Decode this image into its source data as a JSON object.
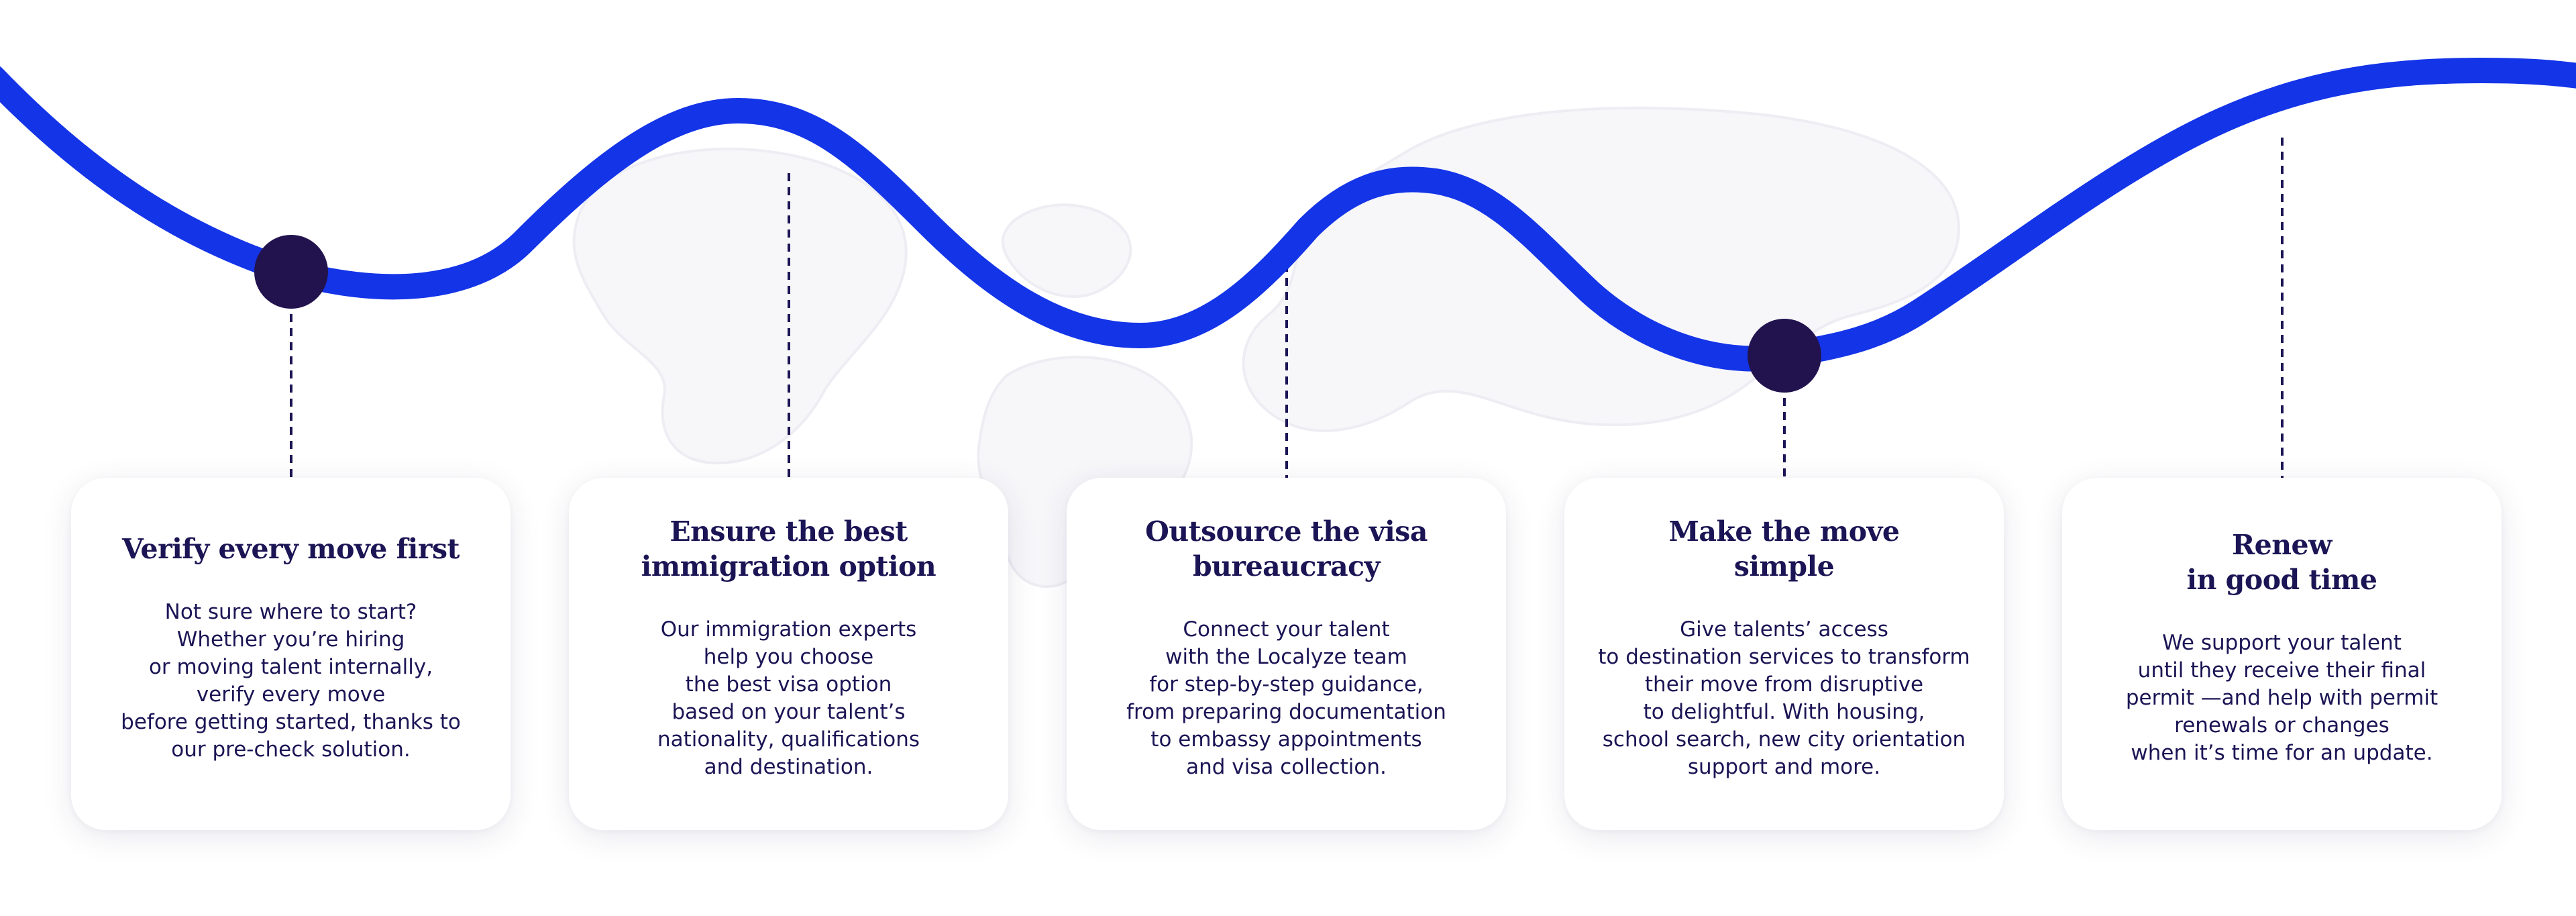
{
  "colors": {
    "wave": "#1434e8",
    "navy": "#1b1555",
    "dot": "#22134f",
    "map": "#f6f6fa"
  },
  "steps": [
    {
      "title_lines": [
        "Verify every move first"
      ],
      "body_lines": [
        "Not sure where to start?",
        "Whether you’re hiring",
        "or moving talent internally,",
        "verify every move",
        "before getting started, thanks to",
        "our pre-check solution."
      ]
    },
    {
      "title_lines": [
        "Ensure the best",
        "immigration option"
      ],
      "body_lines": [
        "Our immigration experts",
        "help you choose",
        "the best visa option",
        "based on your talent’s",
        "nationality, qualifications",
        "and destination."
      ]
    },
    {
      "title_lines": [
        "Outsource the visa",
        "bureaucracy"
      ],
      "body_lines": [
        "Connect your talent",
        "with the Localyze team",
        "for step-by-step guidance,",
        "from preparing documentation",
        "to embassy appointments",
        "and visa collection."
      ]
    },
    {
      "title_lines": [
        "Make the move",
        "simple"
      ],
      "body_lines": [
        "Give talents’ access",
        "to destination services to transform",
        "their move from disruptive",
        "to delightful. With housing,",
        "school search, new city orientation",
        "support and more."
      ]
    },
    {
      "title_lines": [
        "Renew",
        "in good time"
      ],
      "body_lines": [
        "We support your talent",
        "until they receive their final",
        "permit —and help with permit",
        "renewals or changes",
        "when it’s time for an update."
      ]
    }
  ]
}
